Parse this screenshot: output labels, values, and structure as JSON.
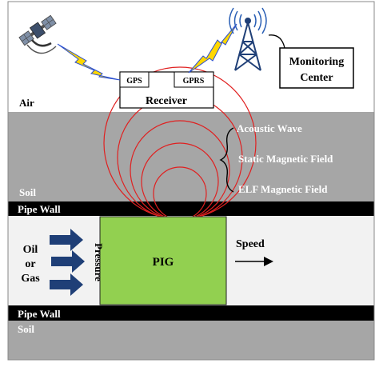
{
  "layers": {
    "air": "Air",
    "soil_top": "Soil",
    "pipe_wall_top": "Pipe Wall",
    "pipe_wall_bottom": "Pipe Wall",
    "soil_bottom": "Soil"
  },
  "receiver": {
    "title": "Receiver",
    "gps": "GPS",
    "gprs": "GPRS"
  },
  "monitoring": {
    "line1": "Monitoring",
    "line2": "Center"
  },
  "signals": {
    "acoustic": "Acoustic Wave",
    "static": "Static Magnetic Field",
    "elf": "ELF Magnetic Field"
  },
  "pipe": {
    "fluid_line1": "Oil",
    "fluid_line2": "or",
    "fluid_line3": "Gas",
    "pressure": "Pressure",
    "pig": "PIG",
    "speed": "Speed"
  },
  "colors": {
    "soil": "#a6a6a6",
    "pipe_wall": "#000000",
    "pipe_interior": "#f2f2f2",
    "pig": "#92d050",
    "arrow": "#1f3f77",
    "signal_circle": "#e02020",
    "wireless": "#ffd700",
    "satellite": "#7f8fa6"
  }
}
